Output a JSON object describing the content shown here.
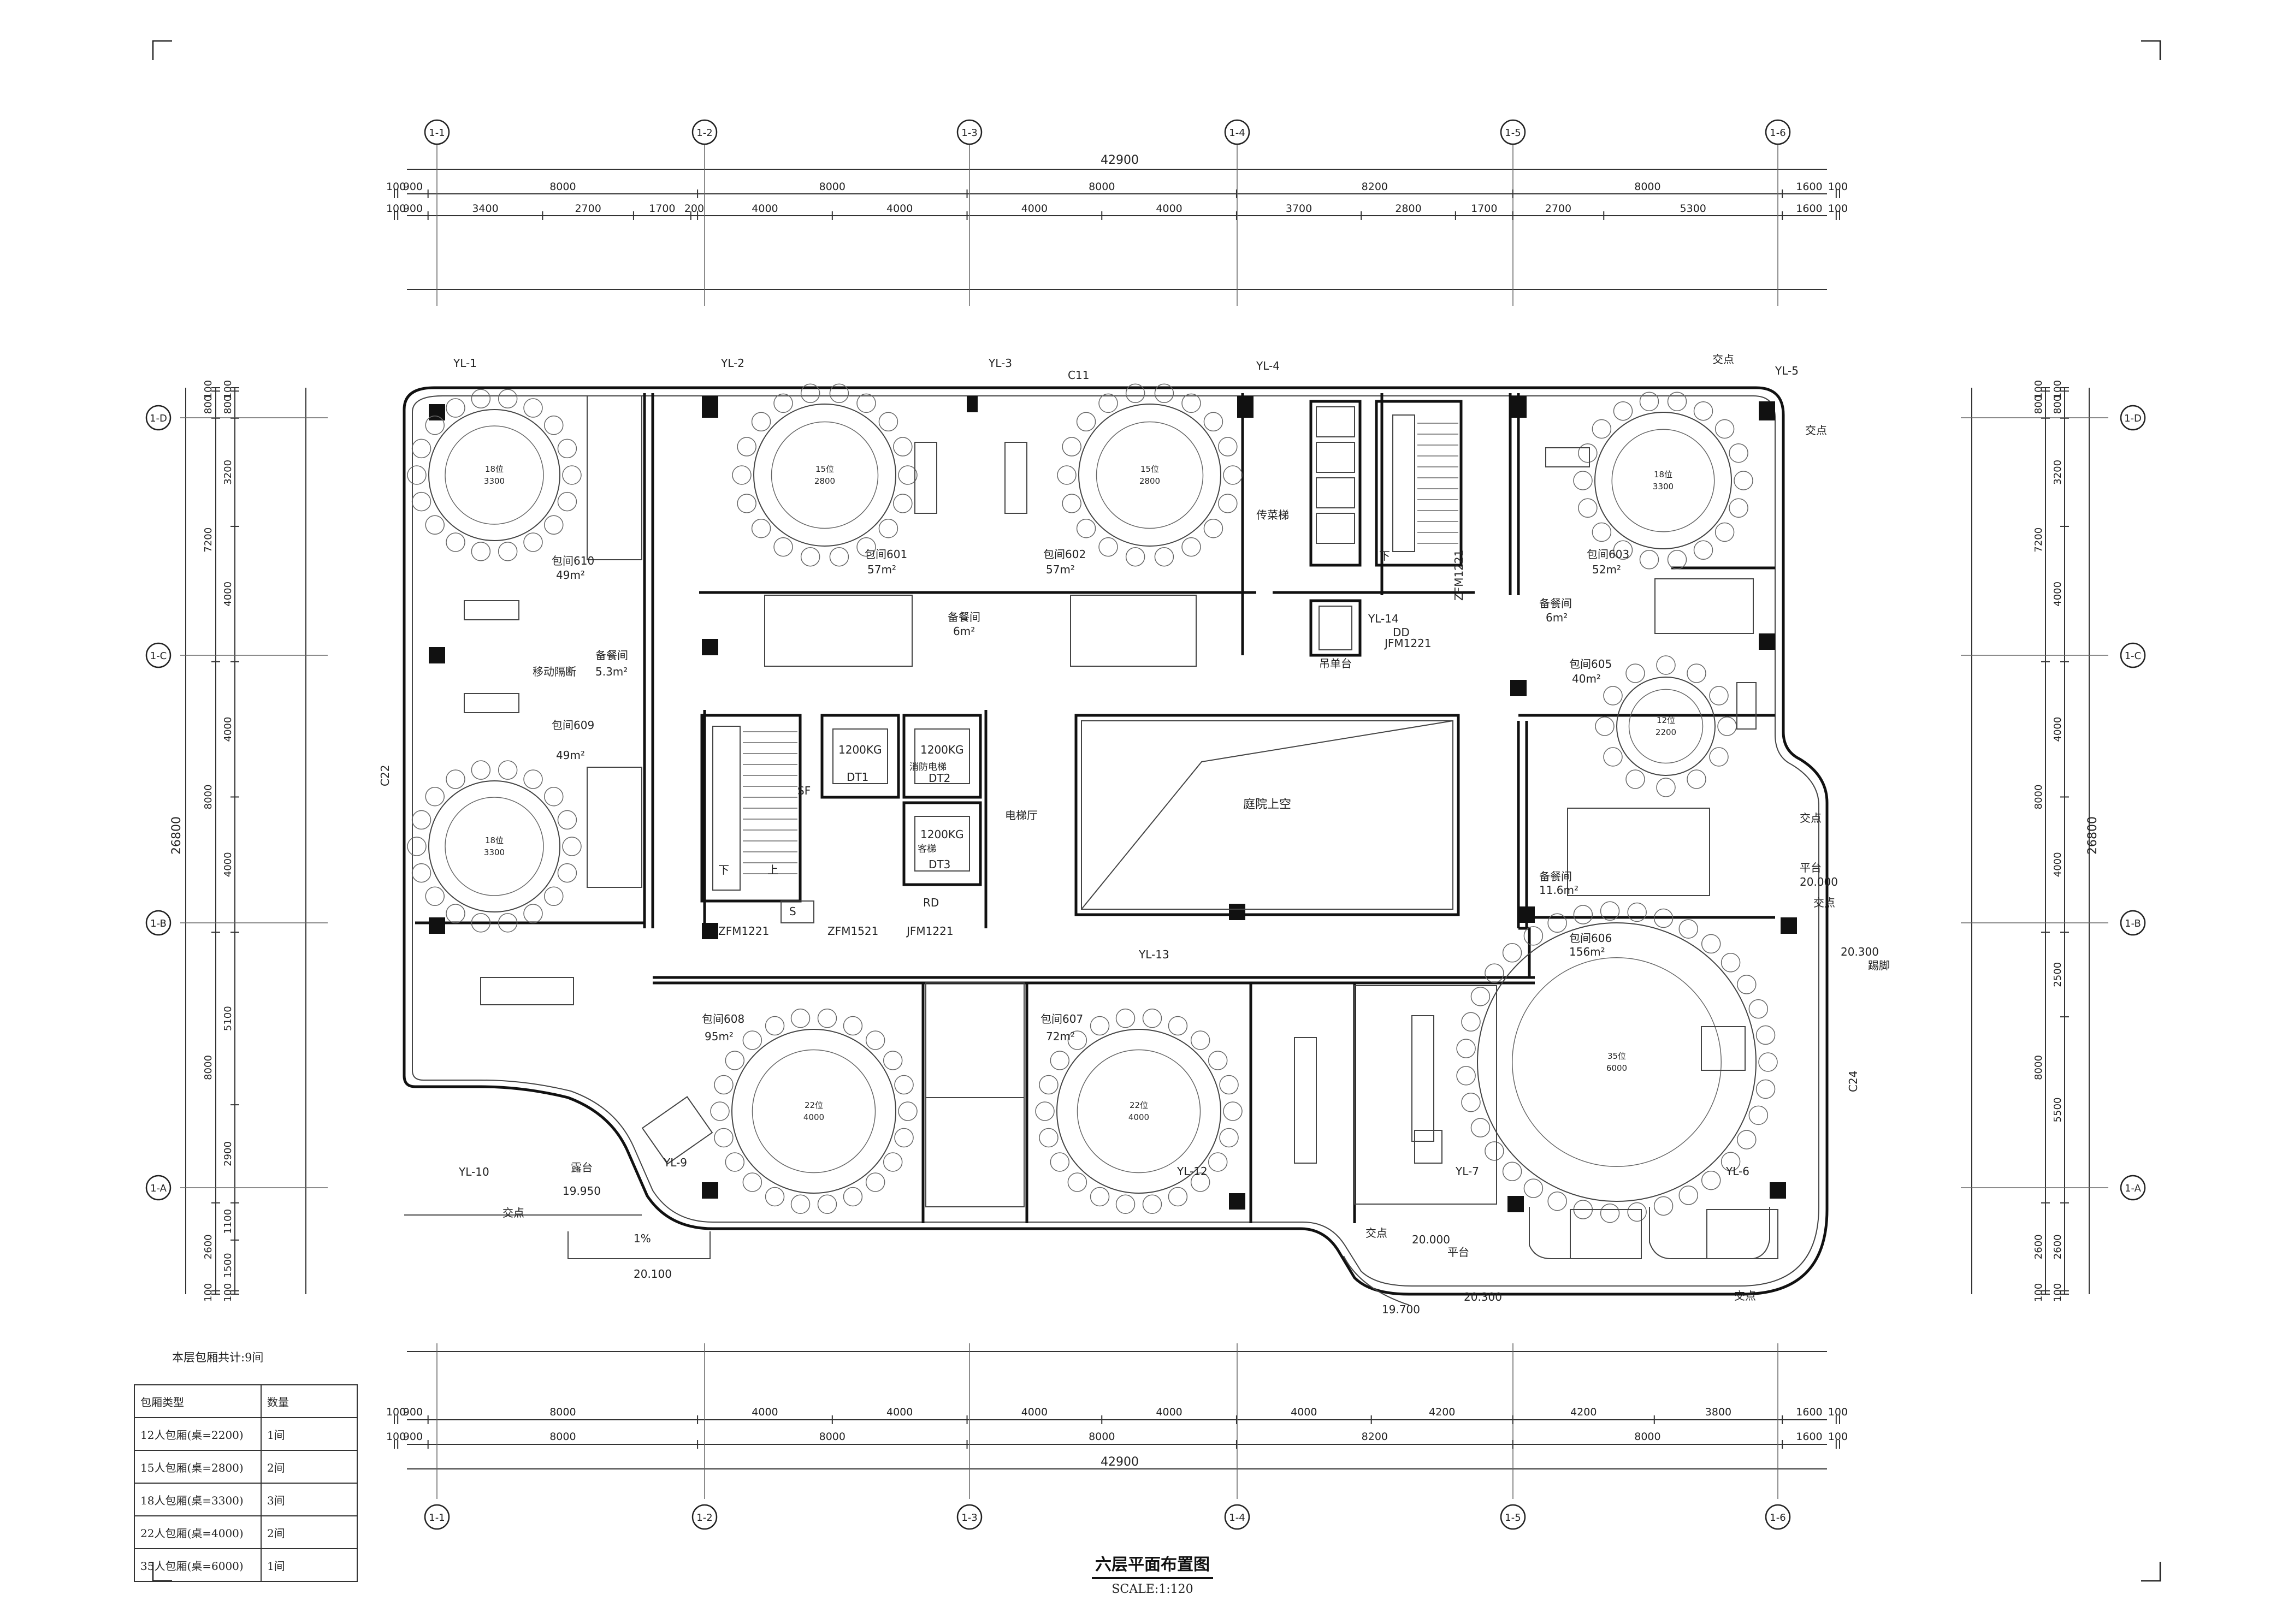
{
  "axes_top": [
    "1-1",
    "1-2",
    "1-3",
    "1-4",
    "1-5",
    "1-6"
  ],
  "axes_side": [
    "1-D",
    "1-C",
    "1-B",
    "1-A"
  ],
  "top_dims": {
    "total": "42900",
    "row1": [
      "100",
      "900",
      "8000",
      "8000",
      "8000",
      "8200",
      "8000",
      "1600",
      "100"
    ],
    "row2": [
      "100",
      "900",
      "3400",
      "2700",
      "1700",
      "200",
      "4000",
      "4000",
      "4000",
      "4000",
      "3700",
      "2800",
      "1700",
      "2700",
      "5300",
      "1600",
      "100"
    ]
  },
  "bottom_dims": {
    "total": "42900",
    "row1": [
      "100",
      "900",
      "8000",
      "4000",
      "4000",
      "4000",
      "4000",
      "4000",
      "4200",
      "4200",
      "3800",
      "1600",
      "100"
    ],
    "row2": [
      "100",
      "900",
      "8000",
      "8000",
      "8000",
      "8200",
      "8000",
      "1600",
      "100"
    ]
  },
  "left_dims": {
    "total": "26800",
    "outer": [
      "100",
      "800",
      "7200",
      "8000",
      "8000",
      "2600",
      "100"
    ],
    "inner": [
      "100",
      "800",
      "3200",
      "4000",
      "4000",
      "4000",
      "5100",
      "2900",
      "1100",
      "1500",
      "100"
    ]
  },
  "right_dims": {
    "total": "26800",
    "outer": [
      "100",
      "800",
      "7200",
      "8000",
      "8000",
      "2600",
      "100"
    ],
    "inner": [
      "100",
      "800",
      "3200",
      "4000",
      "4000",
      "4000",
      "2500",
      "5500",
      "2600",
      "100"
    ]
  },
  "labels": {
    "yl1": "YL-1",
    "yl2": "YL-2",
    "yl3": "YL-3",
    "yl4": "YL-4",
    "yl5": "YL-5",
    "yl6": "YL-6",
    "yl7": "YL-7",
    "yl9": "YL-9",
    "yl10": "YL-10",
    "yl12": "YL-12",
    "yl13": "YL-13",
    "yl14": "YL-14",
    "c11": "C11",
    "c22": "C22",
    "c24": "C24",
    "r610": "包间610",
    "a610": "49m²",
    "r609": "包间609",
    "a609": "49m²",
    "r601": "包间601",
    "a601": "57m²",
    "r602": "包间602",
    "a602": "57m²",
    "r603": "包间603",
    "a603": "52m²",
    "r605": "包间605",
    "a605": "40m²",
    "r606": "包间606",
    "a606": "156m²",
    "r607": "包间607",
    "a607": "72m²",
    "r608": "包间608",
    "a608": "95m²",
    "pantry1": "备餐间",
    "pantry1a": "5.3m²",
    "pantry2": "备餐间",
    "pantry2a": "6m²",
    "pantry3": "备餐间",
    "pantry3a": "6m²",
    "pantry4": "备餐间",
    "pantry4a": "11.6m²",
    "partition": "移动隔断",
    "courtyard": "庭院上空",
    "elevator_hall": "电梯厅",
    "dt1": "1200KG",
    "dt1n": "DT1",
    "dt2": "1200KG",
    "dt2n": "DT2",
    "dt2t": "消防电梯",
    "dt3": "1200KG",
    "dt3n": "DT3",
    "dt3t": "客梯",
    "rd": "RD",
    "dd": "DD",
    "fm1": "ZFM1221",
    "fm2": "ZFM1521",
    "fm3": "JFM1221",
    "fm4": "JFM1221",
    "fm5": "ZFM1221",
    "counter": "传菜梯",
    "dumb": "吊单台",
    "terrace": "露台",
    "terrace_elev": "19.950",
    "elev_20100": "20.100",
    "elev_19700": "19.700",
    "elev_20300a": "20.300",
    "elev_20000a": "20.000",
    "elev_20000b": "20.000",
    "elev_20300b": "20.300",
    "platform1": "平台",
    "platform2": "平台",
    "slope": "1%",
    "mark": "交点",
    "kick": "踢脚",
    "tb18a": "18位\n3300",
    "tb22a": "22位\n4000",
    "tb18b": "18位\n3300",
    "tb15a": "15位\n2800",
    "tb15b": "15位\n2800",
    "tb18c": "18位\n3300",
    "tb12": "12位\n2200",
    "tb22b": "22位\n4000",
    "tb35": "35位\n6000",
    "s_label": "S",
    "sf": "SF",
    "down1": "下",
    "up1": "上",
    "down2": "下"
  },
  "legend": {
    "title": "本层包厢共计:9间",
    "header": [
      "包厢类型",
      "数量"
    ],
    "rows": [
      [
        "12人包厢(桌=2200)",
        "1间"
      ],
      [
        "15人包厢(桌=2800)",
        "2间"
      ],
      [
        "18人包厢(桌=3300)",
        "3间"
      ],
      [
        "22人包厢(桌=4000)",
        "2间"
      ],
      [
        "35人包厢(桌=6000)",
        "1间"
      ]
    ]
  },
  "drawing_title": "六层平面布置图",
  "scale": "SCALE:1:120"
}
